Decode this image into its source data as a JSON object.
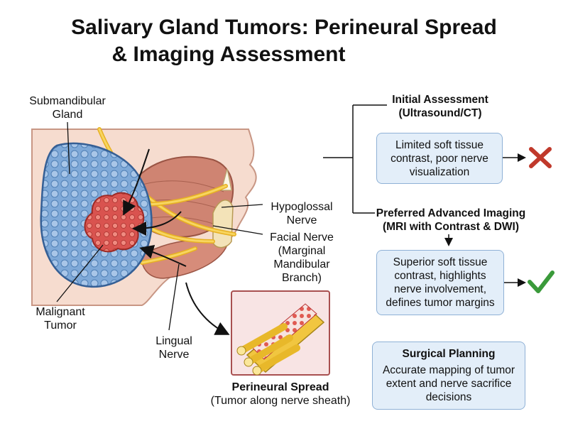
{
  "title": {
    "line1": "Salivary Gland Tumors: Perineural Spread",
    "line2": "& Imaging Assessment"
  },
  "anatomy_labels": {
    "submandibular_line1": "Submandibular",
    "submandibular_line2": "Gland",
    "hypoglossal_line1": "Hypoglossal",
    "hypoglossal_line2": "Nerve",
    "facial_line1": "Facial Nerve",
    "facial_line2": "(Marginal",
    "facial_line3": "Mandibular",
    "facial_line4": "Branch)",
    "malignant_line1": "Malignant",
    "malignant_line2": "Tumor",
    "lingual_line1": "Lingual",
    "lingual_line2": "Nerve",
    "perineural_title": "Perineural Spread",
    "perineural_sub": "(Tumor along nerve sheath)"
  },
  "flow": {
    "initial_title_line1": "Initial Assessment",
    "initial_title_line2": "(Ultrasound/CT)",
    "initial_box_line1": "Limited soft tissue",
    "initial_box_line2": "contrast, poor nerve",
    "initial_box_line3": "visualization",
    "preferred_title_line1": "Preferred Advanced Imaging",
    "preferred_title_line2": "(MRI with Contrast & DWI)",
    "preferred_box_line1": "Superior soft tissue",
    "preferred_box_line2": "contrast, highlights",
    "preferred_box_line3": "nerve involvement,",
    "preferred_box_line4": "defines tumor margins",
    "surgical_title": "Surgical Planning",
    "surgical_line1": "Accurate mapping of tumor",
    "surgical_line2": "extent and nerve sacrifice",
    "surgical_line3": "decisions"
  },
  "icons": {
    "cross": "cross-icon",
    "check": "check-icon"
  },
  "colors": {
    "gland": "#7fa9d8",
    "tumor": "#d9534f",
    "nerve": "#f2c230",
    "muscle": "#c97a6a",
    "skin": "#f5d6c8",
    "box_fill": "#e3eef9",
    "box_border": "#8fb1d6",
    "cross": "#c0392b",
    "check": "#3a9a3a"
  }
}
